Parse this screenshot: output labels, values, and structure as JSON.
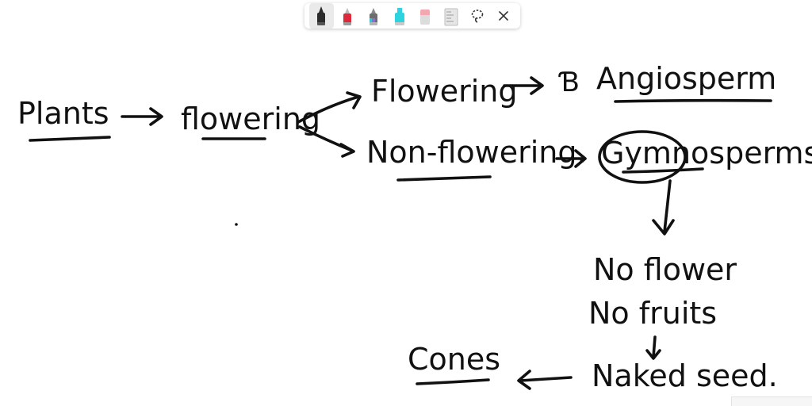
{
  "toolbar": {
    "tools": [
      {
        "name": "pen-black",
        "color": "#2b2b2b",
        "selected": true
      },
      {
        "name": "pen-red",
        "color": "#e0283b",
        "selected": false
      },
      {
        "name": "pen-galaxy",
        "color": "#6d6d6d",
        "selected": false
      },
      {
        "name": "highlighter-cyan",
        "color": "#2dd4e0",
        "selected": false
      },
      {
        "name": "eraser",
        "color": "#f2a8ae",
        "selected": false
      },
      {
        "name": "ruler",
        "color": "#bdbdbd",
        "selected": false
      },
      {
        "name": "lasso-select",
        "color": "#333333",
        "selected": false
      },
      {
        "name": "close",
        "color": "#333333",
        "selected": false
      }
    ]
  },
  "diagram": {
    "nodes": {
      "plants": "Plants",
      "flowering_mid": "flowering",
      "flowering_top": "Flowering",
      "non_flowering": "Non-flowering.",
      "angiosperm_marker": "Ɓ",
      "angiosperm": "Angiosperm",
      "gymnosperms": "Gymnosperms.",
      "no_flower": "No flower",
      "no_fruits": "No fruits",
      "naked_seed": "Naked seed.",
      "cones": "Cones"
    },
    "ink_color": "#111111"
  }
}
